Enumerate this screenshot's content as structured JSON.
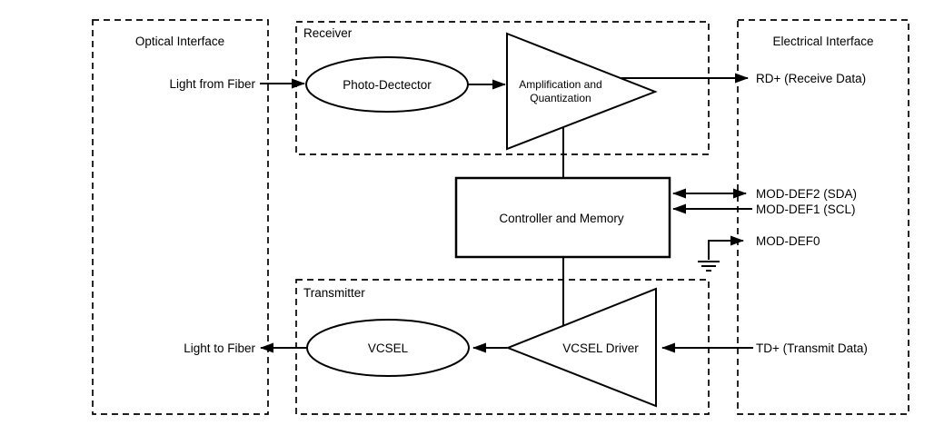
{
  "diagram": {
    "boxes": {
      "optical_interface": {
        "label": "Optical Interface"
      },
      "receiver": {
        "label": "Receiver"
      },
      "transmitter": {
        "label": "Transmitter"
      },
      "electrical_interface": {
        "label": "Electrical Interface"
      }
    },
    "nodes": {
      "photo_detector": {
        "label": "Photo-Dectector",
        "shape": "ellipse"
      },
      "amplifier": {
        "label_line1": "Amplification and",
        "label_line2": "Quantization",
        "shape": "triangle-right"
      },
      "controller": {
        "label": "Controller and Memory",
        "shape": "rectangle"
      },
      "vcsel": {
        "label": "VCSEL",
        "shape": "ellipse"
      },
      "vcsel_driver": {
        "label": "VCSEL Driver",
        "shape": "triangle-left"
      }
    },
    "signals": {
      "light_from_fiber": {
        "label": "Light from Fiber",
        "direction": "into-receiver"
      },
      "light_to_fiber": {
        "label": "Light to Fiber",
        "direction": "out-of-transmitter"
      },
      "rd_plus": {
        "label": "RD+ (Receive Data)",
        "direction": "to-electrical"
      },
      "mod_def2": {
        "label": "MOD-DEF2 (SDA)",
        "direction": "bidirectional"
      },
      "mod_def1": {
        "label": "MOD-DEF1 (SCL)",
        "direction": "into-controller"
      },
      "mod_def0": {
        "label": "MOD-DEF0",
        "direction": "grounded-output",
        "icon": "ground-symbol"
      },
      "td_plus": {
        "label": "TD+ (Transmit Data)",
        "direction": "into-driver"
      }
    },
    "colors": {
      "line": "#000000",
      "background": "#ffffff"
    }
  }
}
